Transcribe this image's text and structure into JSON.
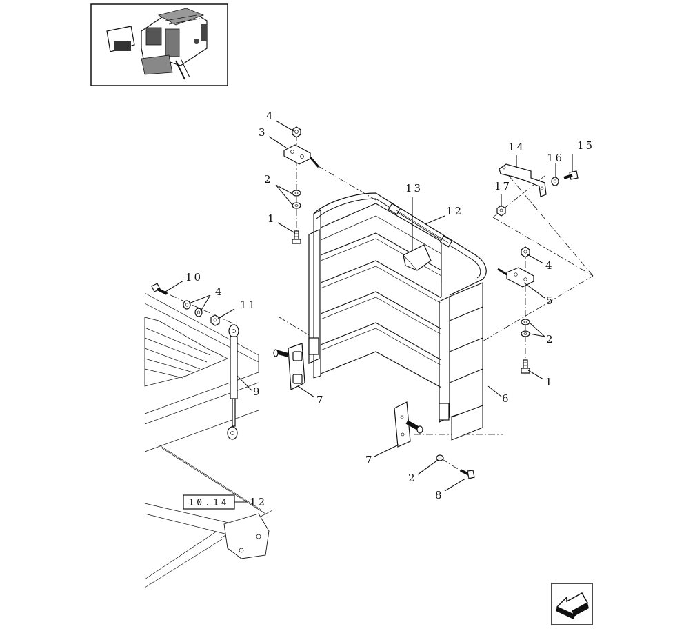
{
  "diagram": {
    "callouts": {
      "c4_top": "4",
      "c3": "3",
      "c2_left": "2",
      "c1_left": "1",
      "c14": "14",
      "c15": "15",
      "c16": "16",
      "c17": "17",
      "c13": "13",
      "c12": "12",
      "c4_right": "4",
      "c5": "5",
      "c2_right": "2",
      "c1_right": "1",
      "c6": "6",
      "c10": "10",
      "c4_mid": "4",
      "c11": "11",
      "c9": "9",
      "c7_left": "7",
      "c7_bottom": "7",
      "c2_bottom": "2",
      "c8": "8",
      "c12_ref": "12"
    },
    "reference_box": "10.14",
    "nav_icon": "arrow-bottom-left-icon",
    "thumbnail_icon": "machine-overview-icon"
  }
}
